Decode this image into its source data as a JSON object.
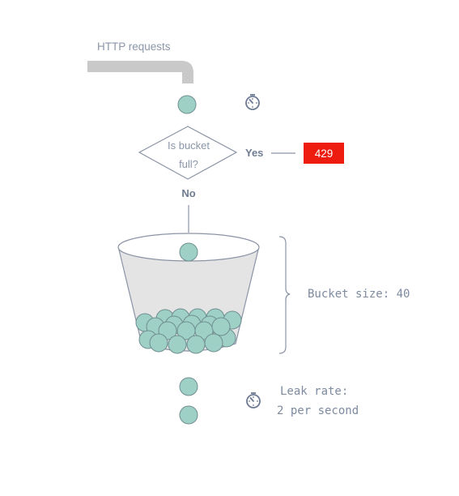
{
  "source": {
    "label": "HTTP requests"
  },
  "decision": {
    "question_line1": "Is bucket",
    "question_line2": "full?",
    "yes_label": "Yes",
    "no_label": "No"
  },
  "rejection": {
    "status_code": "429",
    "color": "#ee1c0e"
  },
  "bucket": {
    "size_label": "Bucket size: 40",
    "ball_color": "#9fd0c5",
    "ball_stroke": "#6f8f92"
  },
  "leak": {
    "rate_line1": "Leak rate:",
    "rate_line2": "2 per second"
  },
  "icons": {
    "timer_top": "timer-icon",
    "timer_bottom": "timer-icon"
  },
  "colors": {
    "pipe": "#c9c9c9",
    "text": "#7d8aa0",
    "line": "#8b93a5",
    "bucket_fill": "#e4e4e4"
  }
}
